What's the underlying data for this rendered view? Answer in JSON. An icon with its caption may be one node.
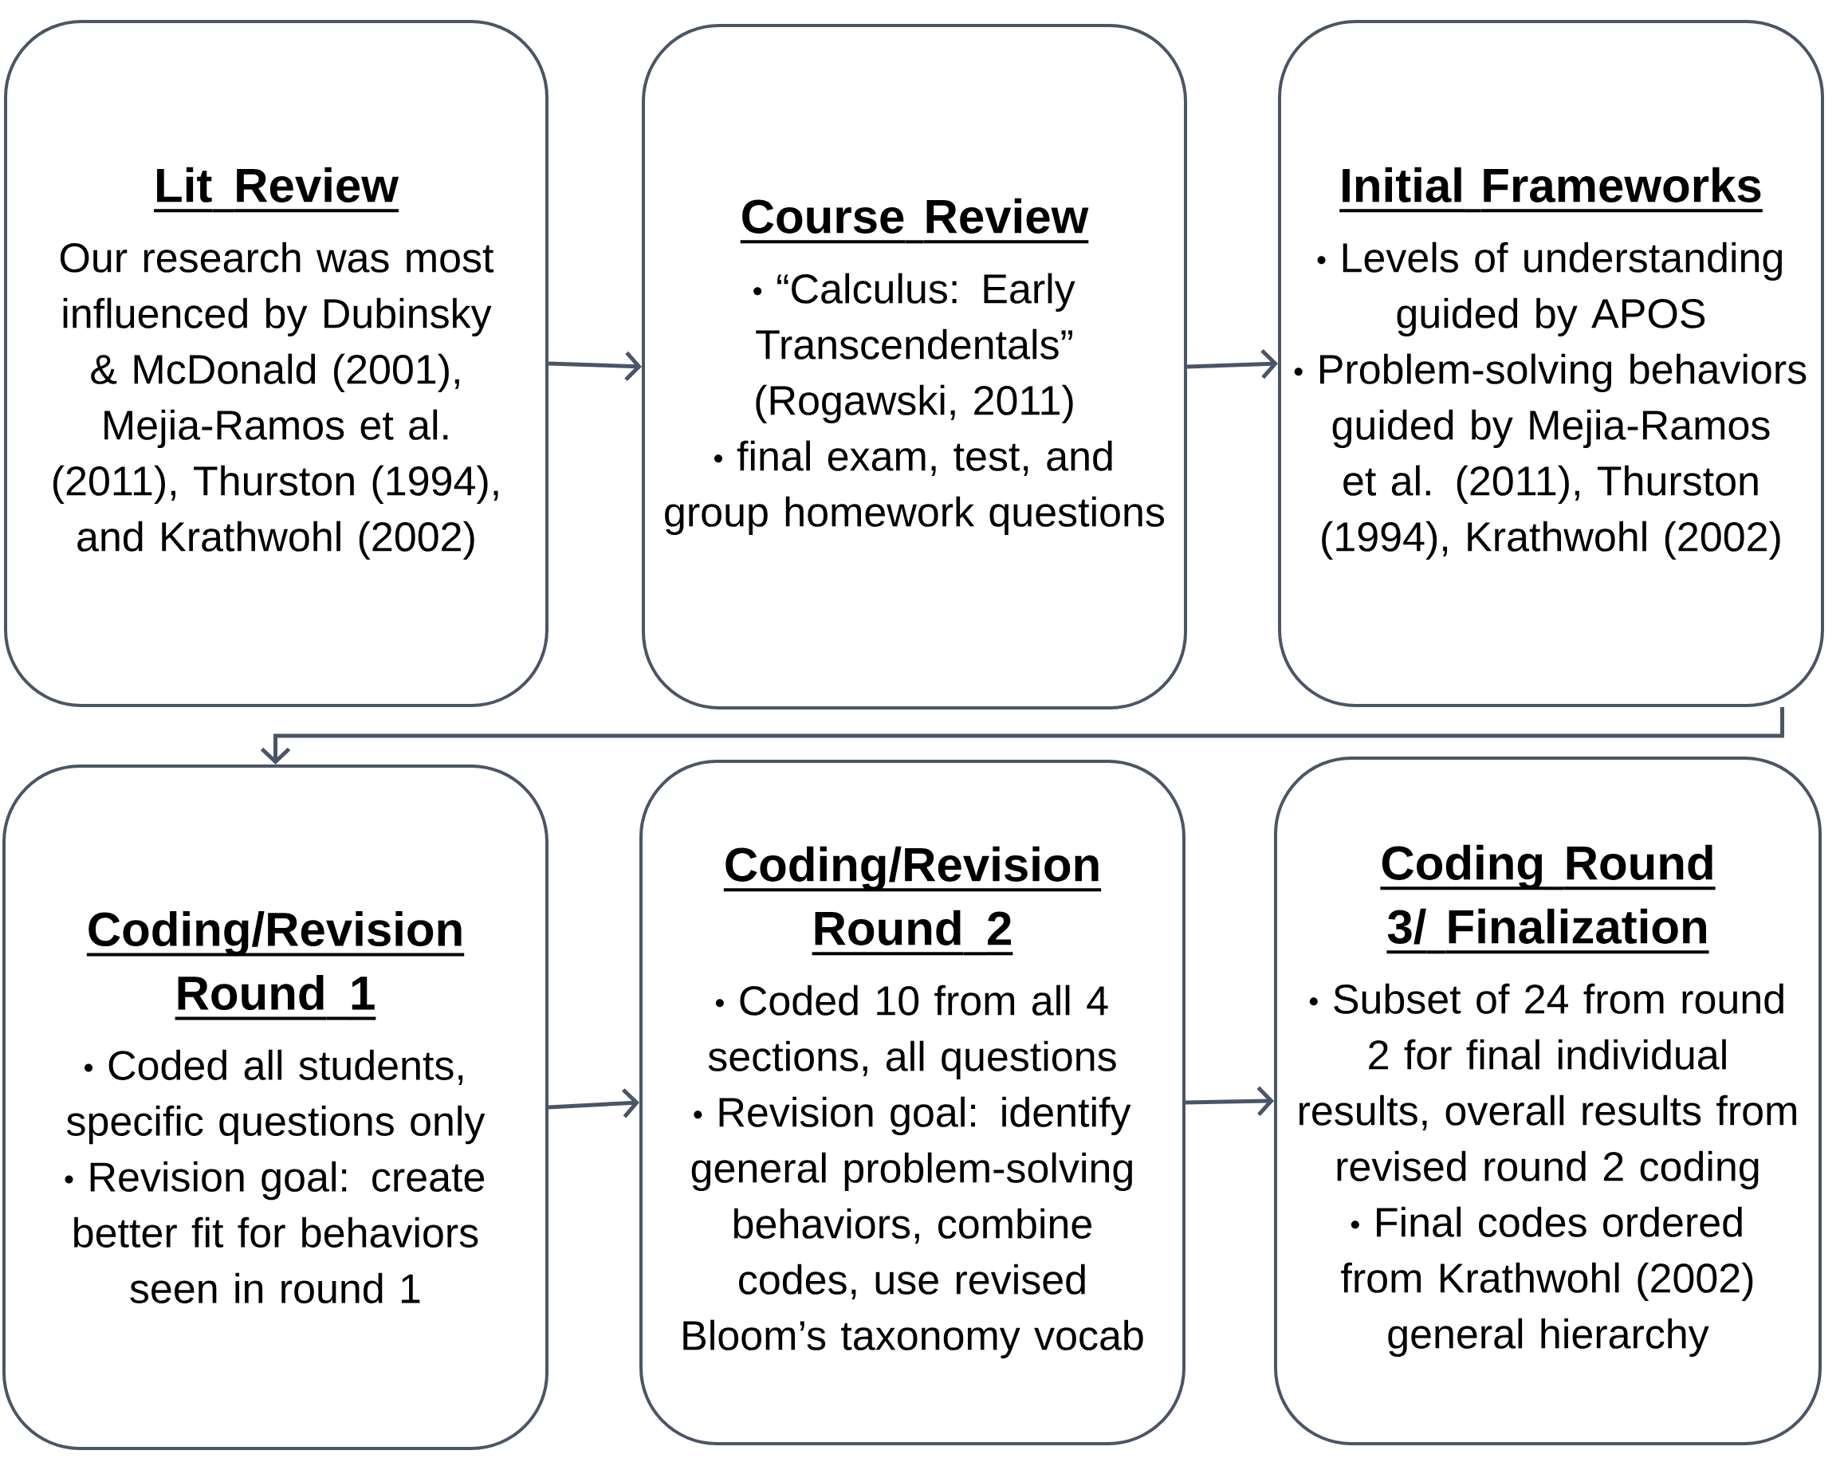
{
  "diagram": {
    "nodes": [
      {
        "text": [
          "Lit Review",
          "Our research was most influenced by Dubinsky & McDonald (2001), Mejia-Ramos et al. (2011), Thurston (1994), and Krathwohl (2002)"
        ]
      },
      {
        "text": [
          "Course Review",
          "“Calculus: Early Transcendentals” (Rogawski, 2011)",
          "final exam, test, and group homework questions"
        ]
      },
      {
        "text": [
          "Initial Frameworks",
          "Levels of understanding guided by APOS",
          "Problem-solving behaviors guided by Mejia-Ramos et al. (2011), Thurston (1994), Krathwohl (2002)"
        ]
      },
      {
        "text": [
          "Coding/Revision Round 1",
          "Coded all students, specific questions only",
          "Revision goal: create better fit for behaviors seen in round 1"
        ]
      },
      {
        "text": [
          "Coding/Revision Round 2",
          "Coded 10 from all 4 sections, all questions",
          "Revision goal: identify general problem-solving behaviors, combine codes, use revised Bloom’s taxonomy vocab"
        ]
      },
      {
        "text": [
          "Coding Round 3/ Finalization",
          "Subset of 24 from round 2 for final individual results, overall results from revised round 2 coding",
          "Final codes ordered from Krathwohl (2002) general hierarchy"
        ]
      }
    ],
    "edges": [
      {
        "from": 0,
        "to": 1,
        "arrow": "to"
      },
      {
        "from": 1,
        "to": 2,
        "arrow": "to"
      },
      {
        "from": 2,
        "to": 3,
        "arrow": "to"
      },
      {
        "from": 3,
        "to": 4,
        "arrow": "to"
      },
      {
        "from": 4,
        "to": 5,
        "arrow": "to"
      }
    ]
  }
}
